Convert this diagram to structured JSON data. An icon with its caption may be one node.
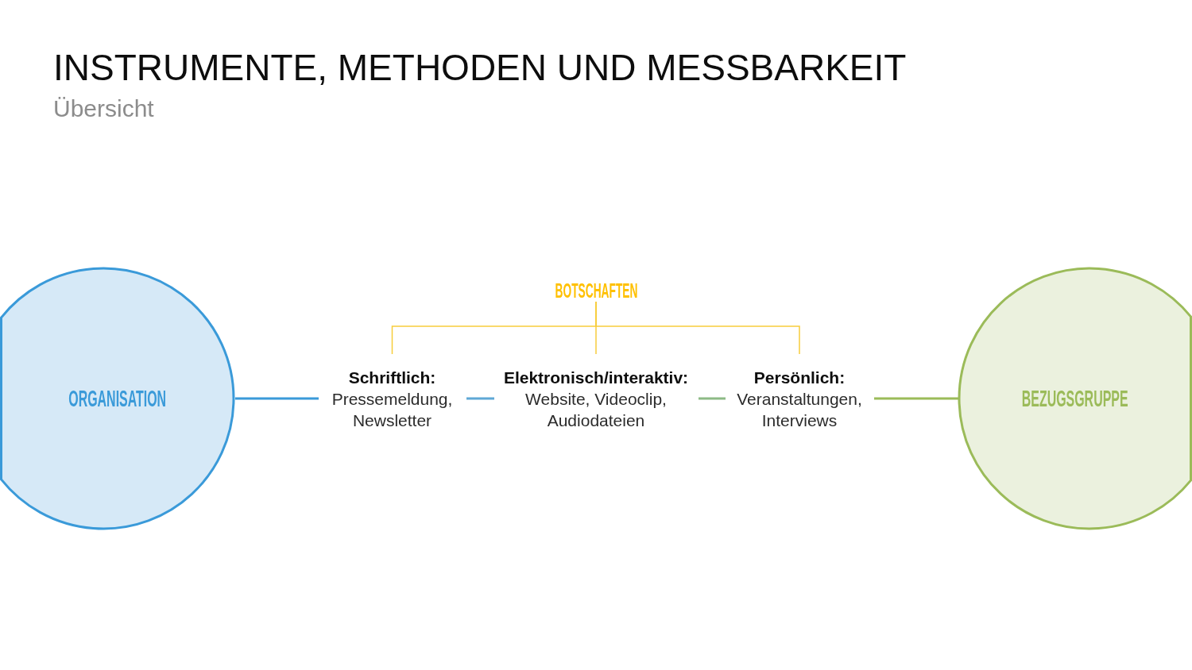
{
  "diagram": {
    "title": "INSTRUMENTE, METHODEN UND MESSBARKEIT",
    "nodes": [
      {
        "text": [
          "BOTSCHAFTEN"
        ]
      },
      {
        "text": [
          "ORGANISATION"
        ]
      },
      {
        "text": [
          "Schriftlich:",
          "Pressemeldung, Newsletter"
        ]
      },
      {
        "text": [
          "Elektronisch/interaktiv:",
          "Website, Videoclip, Audiodateien"
        ]
      },
      {
        "text": [
          "Persönlich:",
          "Veranstaltungen, Interviews"
        ]
      },
      {
        "text": [
          "BEZUGSGRUPPE"
        ]
      }
    ],
    "edges": [
      {
        "from": 1,
        "to": 2,
        "arrow": "none",
        "color": "#3a9ad9"
      },
      {
        "from": 2,
        "to": 3,
        "arrow": "none",
        "color": "#5fa8d6"
      },
      {
        "from": 3,
        "to": 4,
        "arrow": "none",
        "color": "#8dba86"
      },
      {
        "from": 4,
        "to": 5,
        "arrow": "none",
        "color": "#9bbb59"
      },
      {
        "from": 0,
        "to": 2,
        "arrow": "none",
        "color": "#f7cd3c"
      },
      {
        "from": 0,
        "to": 3,
        "arrow": "none",
        "color": "#f7cd3c"
      },
      {
        "from": 0,
        "to": 4,
        "arrow": "none",
        "color": "#f7cd3c"
      }
    ],
    "labels": [
      "Übersicht"
    ]
  }
}
